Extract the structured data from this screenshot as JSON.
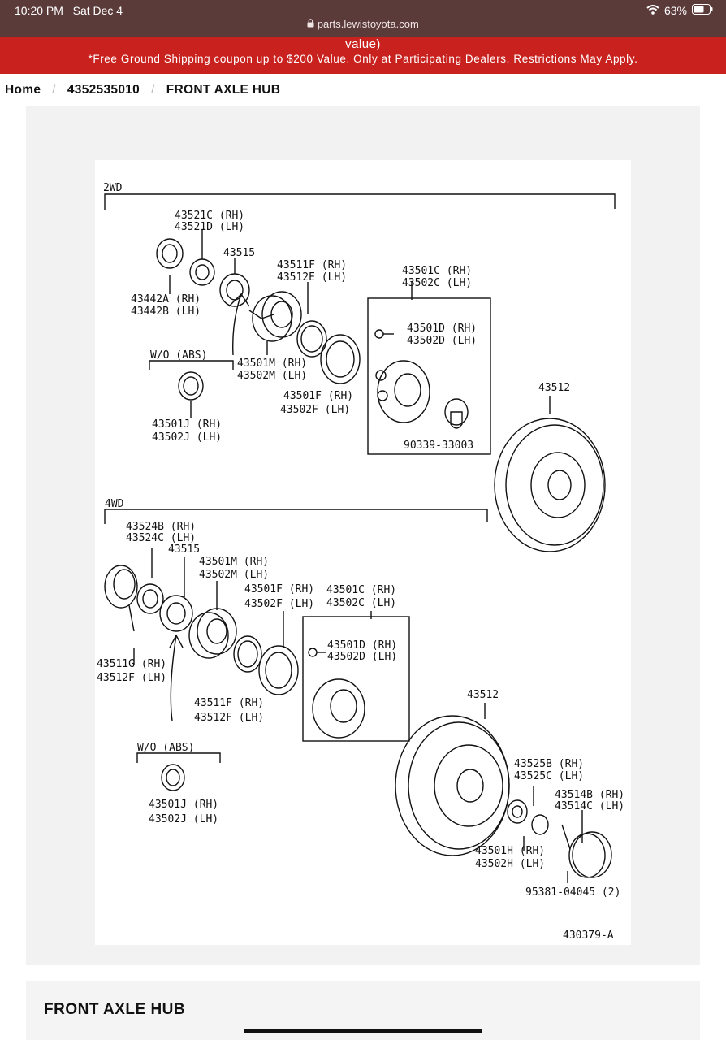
{
  "status": {
    "time": "10:20 PM",
    "date": "Sat Dec 4",
    "battery": "63%",
    "url": "parts.lewistoyota.com"
  },
  "banner": {
    "line1": "value)",
    "line2": "*Free Ground Shipping coupon up to $200 Value. Only at Participating Dealers. Restrictions May Apply."
  },
  "breadcrumb": {
    "home": "Home",
    "part": "4352535010",
    "current": "FRONT AXLE HUB"
  },
  "diagram": {
    "section_2wd": "2WD",
    "section_4wd": "4WD",
    "wo_abs": "W/O (ABS)",
    "ref": "430379-A",
    "labels_2wd": [
      "43521C (RH)",
      "43521D (LH)",
      "43515",
      "43442A (RH)",
      "43442B (LH)",
      "43511F (RH)",
      "43512E (LH)",
      "43501C (RH)",
      "43502C (LH)",
      "43501D (RH)",
      "43502D (LH)",
      "43501M (RH)",
      "43502M (LH)",
      "43501F (RH)",
      "43502F (LH)",
      "43501J (RH)",
      "43502J (LH)",
      "90339-33003",
      "43512"
    ],
    "labels_4wd": [
      "43524B (RH)",
      "43524C (LH)",
      "43515",
      "43501M (RH)",
      "43502M (LH)",
      "43501F (RH)",
      "43502F (LH)",
      "43501C (RH)",
      "43502C (LH)",
      "43501D (RH)",
      "43502D (LH)",
      "43511G (RH)",
      "43512F (LH)",
      "43511F (RH)",
      "43512F (LH)",
      "43512",
      "43525B (RH)",
      "43525C (LH)",
      "43514B (RH)",
      "43514C (LH)",
      "43501J (RH)",
      "43502J (LH)",
      "43501H (RH)",
      "43502H (LH)",
      "95381-04045 (2)"
    ]
  },
  "section_title": "FRONT AXLE HUB"
}
